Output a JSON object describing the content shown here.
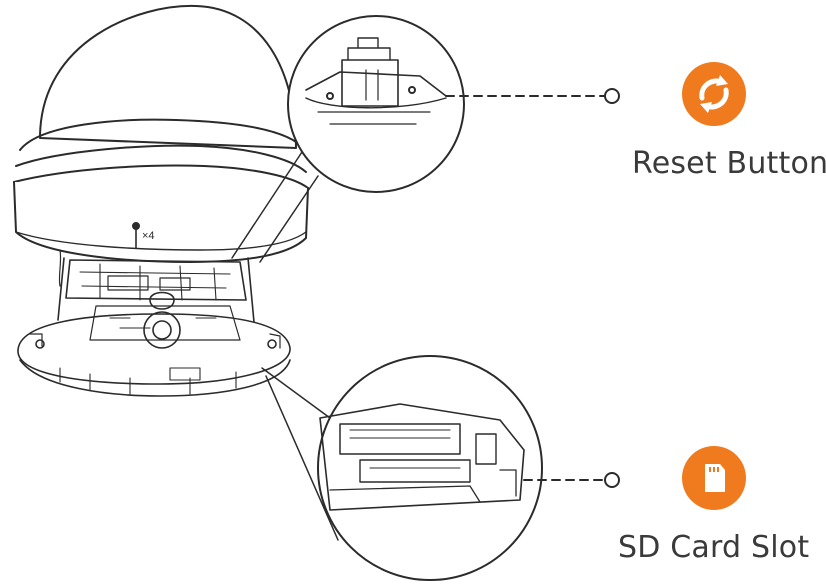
{
  "diagram": {
    "accent_color": "#F07B1E",
    "line_color": "#2b2b2b",
    "callouts": [
      {
        "id": "reset",
        "label": "Reset Button",
        "icon": "reset-icon"
      },
      {
        "id": "sd",
        "label": "SD Card Slot",
        "icon": "sd-card-icon"
      }
    ],
    "screw_marking": "×4"
  }
}
